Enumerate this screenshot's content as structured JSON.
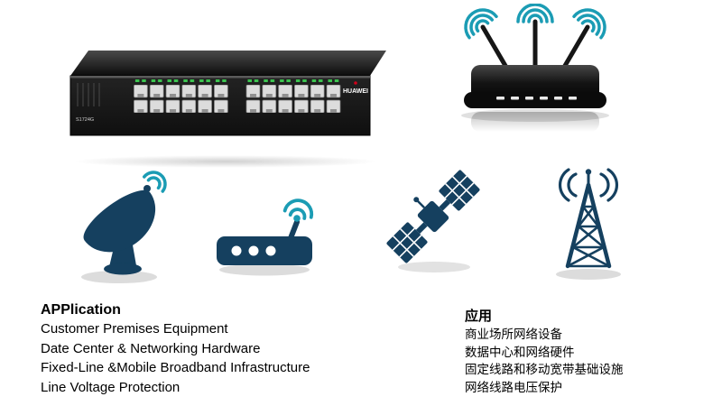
{
  "colors": {
    "navy": "#15405f",
    "teal": "#1b9cb4",
    "led_green": "#3bc34f"
  },
  "application_en": {
    "title": "APPlication",
    "lines": [
      "Customer Premises Equipment",
      "Date Center & Networking Hardware",
      "Fixed-Line &Mobile Broadband Infrastructure",
      "Line Voltage Protection"
    ]
  },
  "application_cn": {
    "title": "应用",
    "lines": [
      "商业场所网络设备",
      "数据中心和网络硬件",
      "固定线路和移动宽带基础设施",
      "网络线路电压保护"
    ]
  },
  "switch": {
    "brand": "HUAWEI",
    "model": "S1724G"
  },
  "icons": [
    {
      "name": "satellite-dish-icon"
    },
    {
      "name": "wireless-router-icon"
    },
    {
      "name": "satellite-icon"
    },
    {
      "name": "signal-tower-icon"
    }
  ]
}
